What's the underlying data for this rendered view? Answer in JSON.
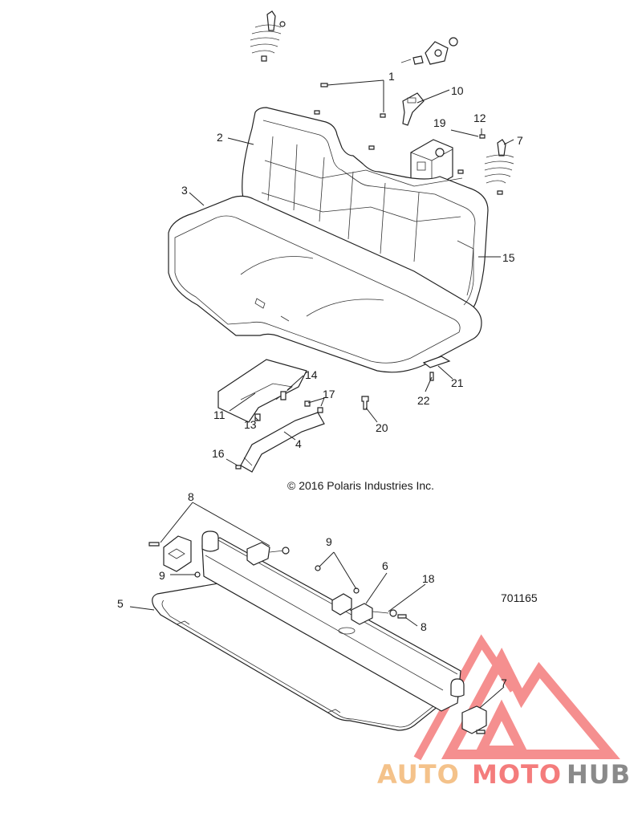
{
  "copyright": "© 2016 Polaris Industries Inc.",
  "diagram_ref": "701165",
  "watermark": {
    "part1": "AUTO",
    "part2": "MOTO",
    "part3": "HUB",
    "color_primary": "#f47c7c",
    "color_secondary": "#f4c28a",
    "color_dark": "#8a8a8a"
  },
  "callouts": [
    {
      "id": "c1",
      "label": "1"
    },
    {
      "id": "c2",
      "label": "2"
    },
    {
      "id": "c3",
      "label": "3"
    },
    {
      "id": "c4",
      "label": "4"
    },
    {
      "id": "c5",
      "label": "5"
    },
    {
      "id": "c6",
      "label": "6"
    },
    {
      "id": "c7a",
      "label": "7"
    },
    {
      "id": "c7b",
      "label": "7"
    },
    {
      "id": "c8a",
      "label": "8"
    },
    {
      "id": "c8b",
      "label": "8"
    },
    {
      "id": "c9a",
      "label": "9"
    },
    {
      "id": "c9b",
      "label": "9"
    },
    {
      "id": "c10",
      "label": "10"
    },
    {
      "id": "c11",
      "label": "11"
    },
    {
      "id": "c12",
      "label": "12"
    },
    {
      "id": "c13",
      "label": "13"
    },
    {
      "id": "c14",
      "label": "14"
    },
    {
      "id": "c15",
      "label": "15"
    },
    {
      "id": "c16",
      "label": "16"
    },
    {
      "id": "c17",
      "label": "17"
    },
    {
      "id": "c18",
      "label": "18"
    },
    {
      "id": "c19",
      "label": "19"
    },
    {
      "id": "c20",
      "label": "20"
    },
    {
      "id": "c21",
      "label": "21"
    },
    {
      "id": "c22",
      "label": "22"
    }
  ]
}
